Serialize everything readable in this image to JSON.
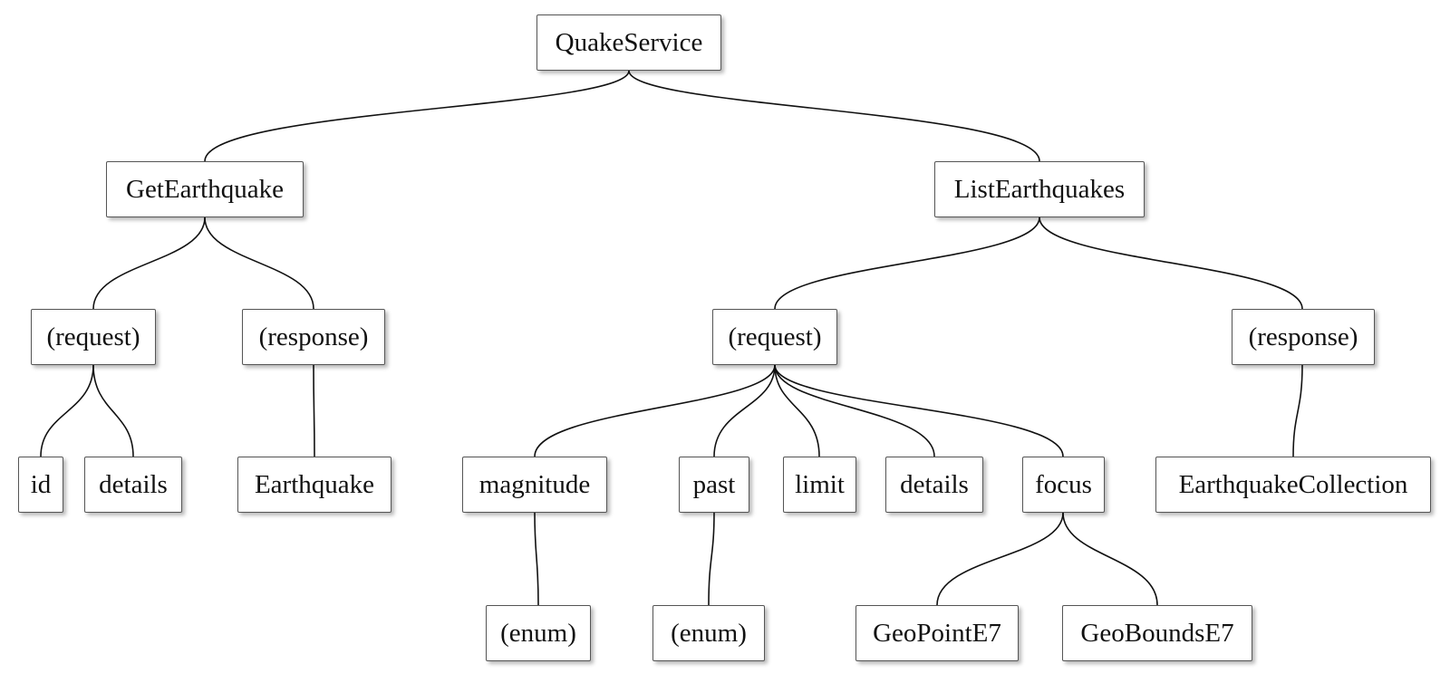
{
  "tree": {
    "root": {
      "label": "QuakeService"
    },
    "get": {
      "label": "GetEarthquake",
      "request": {
        "label": "(request)",
        "children": [
          "id",
          "details"
        ]
      },
      "response": {
        "label": "(response)",
        "children": [
          "Earthquake"
        ]
      }
    },
    "list": {
      "label": "ListEarthquakes",
      "request": {
        "label": "(request)",
        "children": [
          "magnitude",
          "past",
          "limit",
          "details",
          "focus"
        ],
        "magnitude_child": "(enum)",
        "past_child": "(enum)",
        "focus_children": [
          "GeoPointE7",
          "GeoBoundsE7"
        ]
      },
      "response": {
        "label": "(response)",
        "children": [
          "EarthquakeCollection"
        ]
      }
    }
  },
  "colors": {
    "edge": "#111111",
    "node_border": "#555555",
    "node_fill": "#ffffff",
    "text": "#111111"
  }
}
